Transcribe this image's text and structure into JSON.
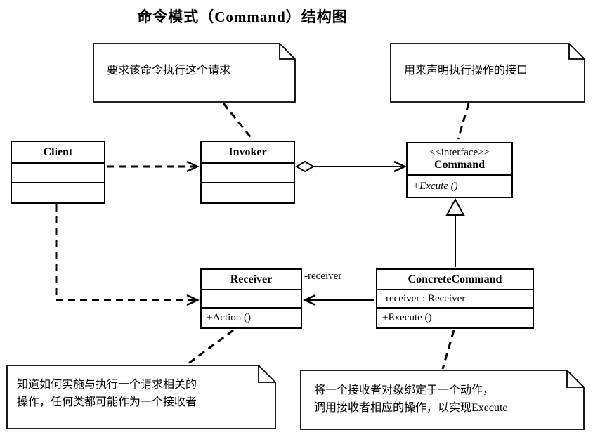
{
  "title": "命令模式（Command）结构图",
  "classes": {
    "client": {
      "name": "Client"
    },
    "invoker": {
      "name": "Invoker"
    },
    "command": {
      "stereotype": "<<interface>>",
      "name": "Command",
      "operations": "+Excute ()"
    },
    "receiver": {
      "name": "Receiver",
      "operations": "+Action ()"
    },
    "concrete_command": {
      "name": "ConcreteCommand",
      "attributes": "-receiver : Receiver",
      "operations": "+Execute ()"
    }
  },
  "edges": {
    "receiver_role_label": "-receiver"
  },
  "notes": {
    "top_left": {
      "text": "要求该命令执行这个请求"
    },
    "top_right": {
      "text": "用来声明执行操作的接口"
    },
    "bottom_left": {
      "line1": "知道如何实施与执行一个请求相关的",
      "line2": "操作，任何类都可能作为一个接收者"
    },
    "bottom_right": {
      "line1": "将一个接收者对象绑定于一个动作，",
      "line2": "调用接收者相应的操作，以实现Execute"
    }
  },
  "colors": {
    "line": "#000000",
    "fill": "#ffffff",
    "background": "#ffffff"
  }
}
